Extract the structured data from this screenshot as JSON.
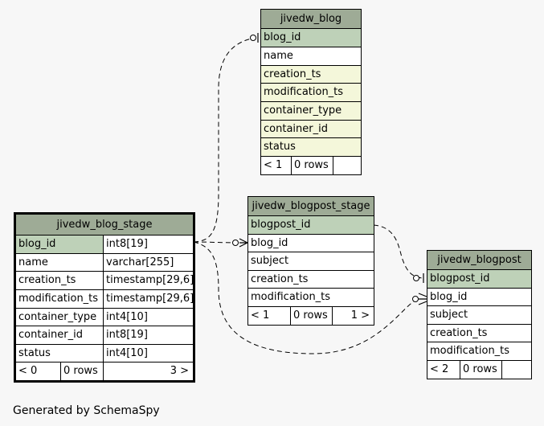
{
  "footer": {
    "generated_by": "Generated by SchemaSpy"
  },
  "tables": {
    "jivedw_blog": {
      "name": "jivedw_blog",
      "columns": [
        "blog_id",
        "name",
        "creation_ts",
        "modification_ts",
        "container_type",
        "container_id",
        "status"
      ],
      "footer": {
        "parents": "< 1",
        "rows": "0 rows",
        "children": ""
      }
    },
    "jivedw_blog_stage": {
      "name": "jivedw_blog_stage",
      "columns": [
        {
          "name": "blog_id",
          "type": "int8[19]"
        },
        {
          "name": "name",
          "type": "varchar[255]"
        },
        {
          "name": "creation_ts",
          "type": "timestamp[29,6]"
        },
        {
          "name": "modification_ts",
          "type": "timestamp[29,6]"
        },
        {
          "name": "container_type",
          "type": "int4[10]"
        },
        {
          "name": "container_id",
          "type": "int8[19]"
        },
        {
          "name": "status",
          "type": "int4[10]"
        }
      ],
      "footer": {
        "parents": "< 0",
        "rows": "0 rows",
        "children": "3 >"
      }
    },
    "jivedw_blogpost_stage": {
      "name": "jivedw_blogpost_stage",
      "columns": [
        "blogpost_id",
        "blog_id",
        "subject",
        "creation_ts",
        "modification_ts"
      ],
      "footer": {
        "parents": "< 1",
        "rows": "0 rows",
        "children": "1 >"
      }
    },
    "jivedw_blogpost": {
      "name": "jivedw_blogpost",
      "columns": [
        "blogpost_id",
        "blog_id",
        "subject",
        "creation_ts",
        "modification_ts"
      ],
      "footer": {
        "parents": "< 2",
        "rows": "0 rows",
        "children": ""
      }
    }
  }
}
